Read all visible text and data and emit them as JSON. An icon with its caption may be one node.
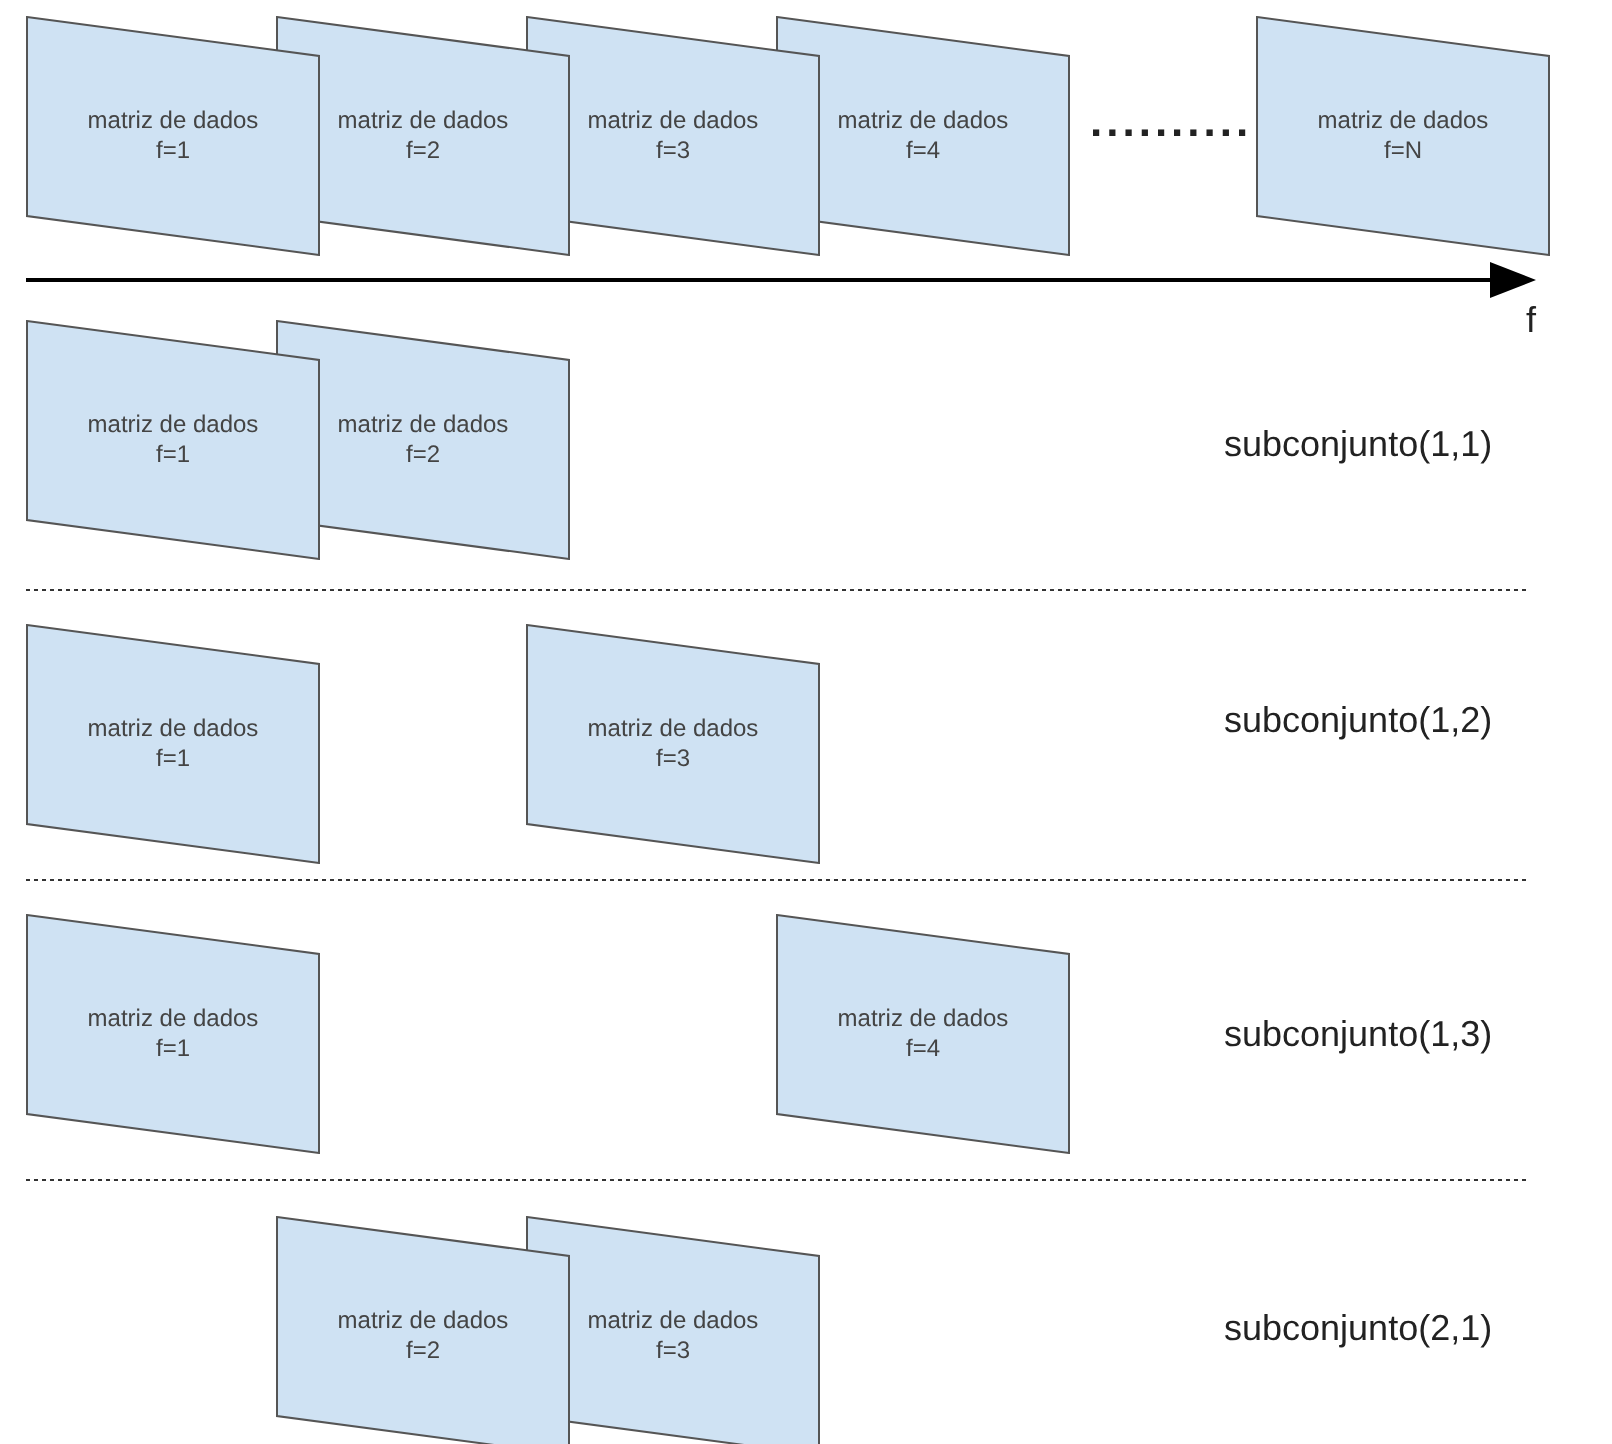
{
  "diagram": {
    "nodes": [
      {
        "text": [
          "matriz de dados",
          "f=1"
        ]
      },
      {
        "text": [
          "matriz de dados",
          "f=2"
        ]
      },
      {
        "text": [
          "matriz de dados",
          "f=3"
        ]
      },
      {
        "text": [
          "matriz de dados",
          "f=4"
        ]
      },
      {
        "text": [
          "matriz de dados",
          "f=N"
        ]
      },
      {
        "text": [
          "matriz de dados",
          "f=1"
        ]
      },
      {
        "text": [
          "matriz de dados",
          "f=2"
        ]
      },
      {
        "text": [
          "matriz de dados",
          "f=1"
        ]
      },
      {
        "text": [
          "matriz de dados",
          "f=3"
        ]
      },
      {
        "text": [
          "matriz de dados",
          "f=1"
        ]
      },
      {
        "text": [
          "matriz de dados",
          "f=4"
        ]
      },
      {
        "text": [
          "matriz de dados",
          "f=2"
        ]
      },
      {
        "text": [
          "matriz de dados",
          "f=3"
        ]
      }
    ],
    "labels": [
      "..........",
      "f",
      "subconjunto(1,1)",
      "subconjunto(1,2)",
      "subconjunto(1,3)",
      "subconjunto(2,1)"
    ]
  }
}
